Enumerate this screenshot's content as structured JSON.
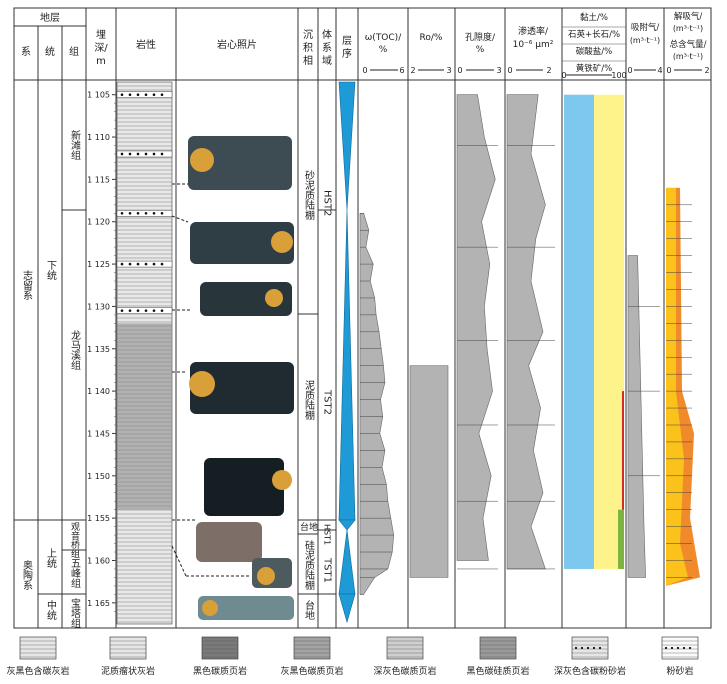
{
  "header": {
    "strata": "地层",
    "system": "系",
    "series": "统",
    "group": "组",
    "depth": [
      "埋",
      "深/",
      "m"
    ],
    "lithology": "岩性",
    "core_photo": "岩心照片",
    "facies": [
      "沉",
      "积",
      "相"
    ],
    "systems_tract": [
      "体",
      "系",
      "域"
    ],
    "sequence": [
      "层",
      "序"
    ],
    "cols": [
      {
        "label": [
          "ω(TOC)/",
          "%"
        ],
        "min": "0",
        "max": "6"
      },
      {
        "label": [
          "Ro/%"
        ],
        "min": "2",
        "max": "3"
      },
      {
        "label": [
          "孔隙度/",
          "%"
        ],
        "min": "0",
        "max": "3"
      },
      {
        "label": [
          "渗透率/",
          "10⁻⁶ μm²"
        ],
        "min": "0",
        "max": "2"
      },
      {
        "label": [
          "黏土/%",
          "石英+长石/%",
          "碳酸盐/%",
          "黄铁矿/%"
        ],
        "min": "0",
        "max": "100"
      },
      {
        "label": [
          "吸附气/",
          "(m³·t⁻¹)"
        ],
        "min": "0",
        "max": "4"
      },
      {
        "label": [
          "解吸气/",
          "(m³·t⁻¹)",
          "总含气量/",
          "(m³·t⁻¹)"
        ],
        "min": "0",
        "max": "2"
      }
    ]
  },
  "strat": {
    "systems": [
      "志留系",
      "奥陶系"
    ],
    "series": [
      "下统",
      "上统",
      "中统"
    ],
    "groups": [
      "新滩组",
      "龙马溪组",
      "观音桥组",
      "五峰组",
      "宝塔组"
    ]
  },
  "depths": [
    "1 105",
    "1 110",
    "1 115",
    "1 120",
    "1 125",
    "1 130",
    "1 135",
    "1 140",
    "1 145",
    "1 150",
    "1 155",
    "1 160",
    "1 165"
  ],
  "facies": [
    "砂泥质陆棚",
    "泥质陆棚",
    "台地",
    "硅泥质陆棚",
    "台地"
  ],
  "tracts": [
    "HST2",
    "TST2",
    "HST1",
    "TST1"
  ],
  "legend": [
    "灰黑色含碳灰岩",
    "泥质瘤状灰岩",
    "黑色碳质页岩",
    "灰黑色碳质页岩",
    "深灰色碳质页岩",
    "黑色碳硅质页岩",
    "深灰色含碳粉砂岩",
    "粉砂岩"
  ],
  "chart_data": [
    {
      "type": "area",
      "name": "ω(TOC)",
      "unit": "%",
      "xlim": [
        0,
        6
      ],
      "depth": [
        1119,
        1121,
        1123,
        1125,
        1127,
        1129,
        1131,
        1133,
        1135,
        1137,
        1139,
        1141,
        1143,
        1145,
        1147,
        1149,
        1151,
        1153,
        1155,
        1157,
        1159,
        1161,
        1162,
        1164
      ],
      "values": [
        0.5,
        1.2,
        0.8,
        1.8,
        1.4,
        2.0,
        2.2,
        2.6,
        2.9,
        3.2,
        3.4,
        2.8,
        3.1,
        2.7,
        3.4,
        3.0,
        3.6,
        3.8,
        4.2,
        4.6,
        4.4,
        3.8,
        2.0,
        0.5
      ]
    },
    {
      "type": "area",
      "name": "孔隙度",
      "unit": "%",
      "xlim": [
        0,
        3
      ],
      "depth": [
        1105,
        1110,
        1115,
        1120,
        1125,
        1130,
        1135,
        1140,
        1145,
        1150,
        1155,
        1160
      ],
      "values": [
        1.5,
        2.0,
        2.8,
        1.8,
        2.4,
        2.0,
        2.2,
        2.6,
        1.6,
        2.5,
        1.9,
        2.3
      ]
    },
    {
      "type": "area",
      "name": "渗透率",
      "unit": "10⁻⁶ μm²",
      "xlim": [
        0,
        2
      ],
      "depth": [
        1105,
        1112,
        1118,
        1122,
        1127,
        1133,
        1137,
        1142,
        1147,
        1152,
        1156,
        1161
      ],
      "values": [
        1.3,
        1.0,
        1.6,
        1.2,
        1.0,
        1.5,
        0.9,
        1.4,
        1.1,
        1.5,
        1.0,
        1.6
      ]
    },
    {
      "type": "area",
      "name": "吸附气",
      "unit": "m³·t⁻¹",
      "xlim": [
        0,
        4
      ],
      "depth": [
        1124,
        1132,
        1140,
        1148,
        1156,
        1162
      ],
      "values": [
        1.2,
        1.4,
        1.6,
        1.8,
        2.0,
        2.2
      ]
    }
  ]
}
